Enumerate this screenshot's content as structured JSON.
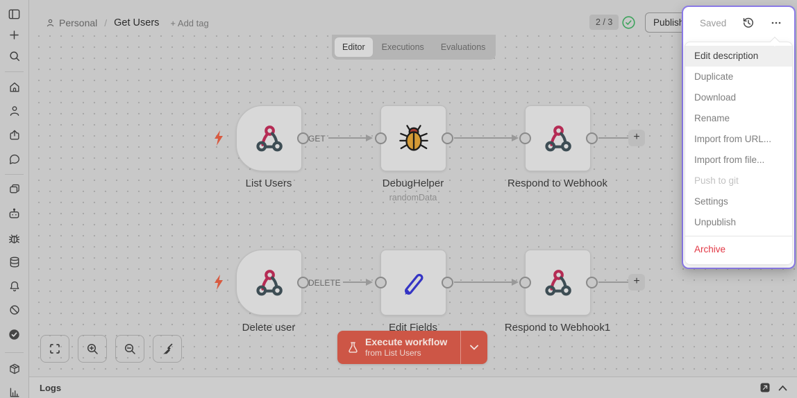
{
  "header": {
    "breadcrumb": {
      "workspace": "Personal",
      "separator": "/",
      "workflow_name": "Get Users",
      "add_tag_label": "+ Add tag"
    },
    "completion_badge": "2 / 3",
    "publish_label": "Publish",
    "saved_status": "Saved"
  },
  "tabs": [
    {
      "label": "Editor",
      "active": true
    },
    {
      "label": "Executions",
      "active": false
    },
    {
      "label": "Evaluations",
      "active": false
    }
  ],
  "context_menu": {
    "items": [
      {
        "label": "Edit description",
        "state": "hover"
      },
      {
        "label": "Duplicate",
        "state": "normal"
      },
      {
        "label": "Download",
        "state": "normal"
      },
      {
        "label": "Rename",
        "state": "normal"
      },
      {
        "label": "Import from URL...",
        "state": "normal"
      },
      {
        "label": "Import from file...",
        "state": "normal"
      },
      {
        "label": "Push to git",
        "state": "disabled"
      },
      {
        "label": "Settings",
        "state": "normal"
      },
      {
        "label": "Unpublish",
        "state": "normal"
      },
      {
        "label": "Archive",
        "state": "danger"
      }
    ]
  },
  "workflow": {
    "nodes": [
      {
        "name": "List Users",
        "icon": "webhook",
        "kind": "trigger",
        "method": "GET"
      },
      {
        "name": "DebugHelper",
        "icon": "bug",
        "subtitle": "randomData"
      },
      {
        "name": "Respond to Webhook",
        "icon": "webhook"
      },
      {
        "name": "Delete user",
        "icon": "webhook",
        "kind": "trigger",
        "method": "DELETE"
      },
      {
        "name": "Edit Fields",
        "icon": "pencil"
      },
      {
        "name": "Respond to Webhook1",
        "icon": "webhook"
      }
    ],
    "add_node_label": "+"
  },
  "execute_button": {
    "label": "Execute workflow",
    "sublabel": "from List Users"
  },
  "logs_panel": {
    "title": "Logs"
  },
  "sidebar": {
    "icons": [
      "panel-toggle",
      "plus",
      "search",
      "home",
      "user",
      "share",
      "chat",
      "stack",
      "robot",
      "bug",
      "database",
      "bell",
      "ban",
      "check-circle",
      "package",
      "chart"
    ]
  },
  "colors": {
    "accent_purple": "#8a79e6",
    "danger_red": "#e23744",
    "execute_red": "#cd5646",
    "green_check": "#3da35c",
    "webhook_pink": "#b52b54",
    "webhook_dark": "#3d4d54",
    "pencil_blue": "#3434c4"
  }
}
